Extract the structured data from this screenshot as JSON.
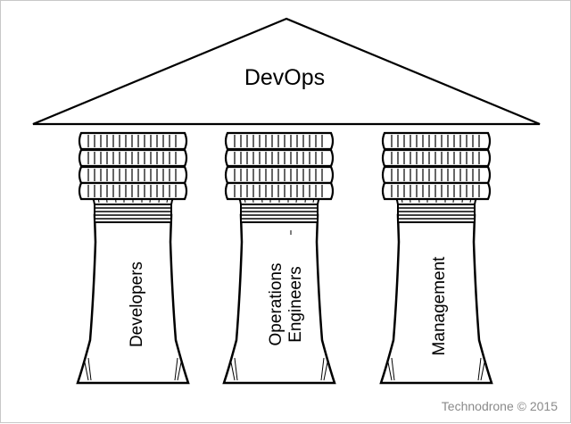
{
  "diagram": {
    "roof_label": "DevOps",
    "pillars": [
      {
        "label": "Developers"
      },
      {
        "label_line1": "Operations",
        "label_line2": "Engineers"
      },
      {
        "label": "Management"
      }
    ]
  },
  "watermark": "Technodrone © 2015",
  "colors": {
    "stroke": "#000000",
    "background": "#ffffff",
    "watermark": "#8a8a8a"
  }
}
